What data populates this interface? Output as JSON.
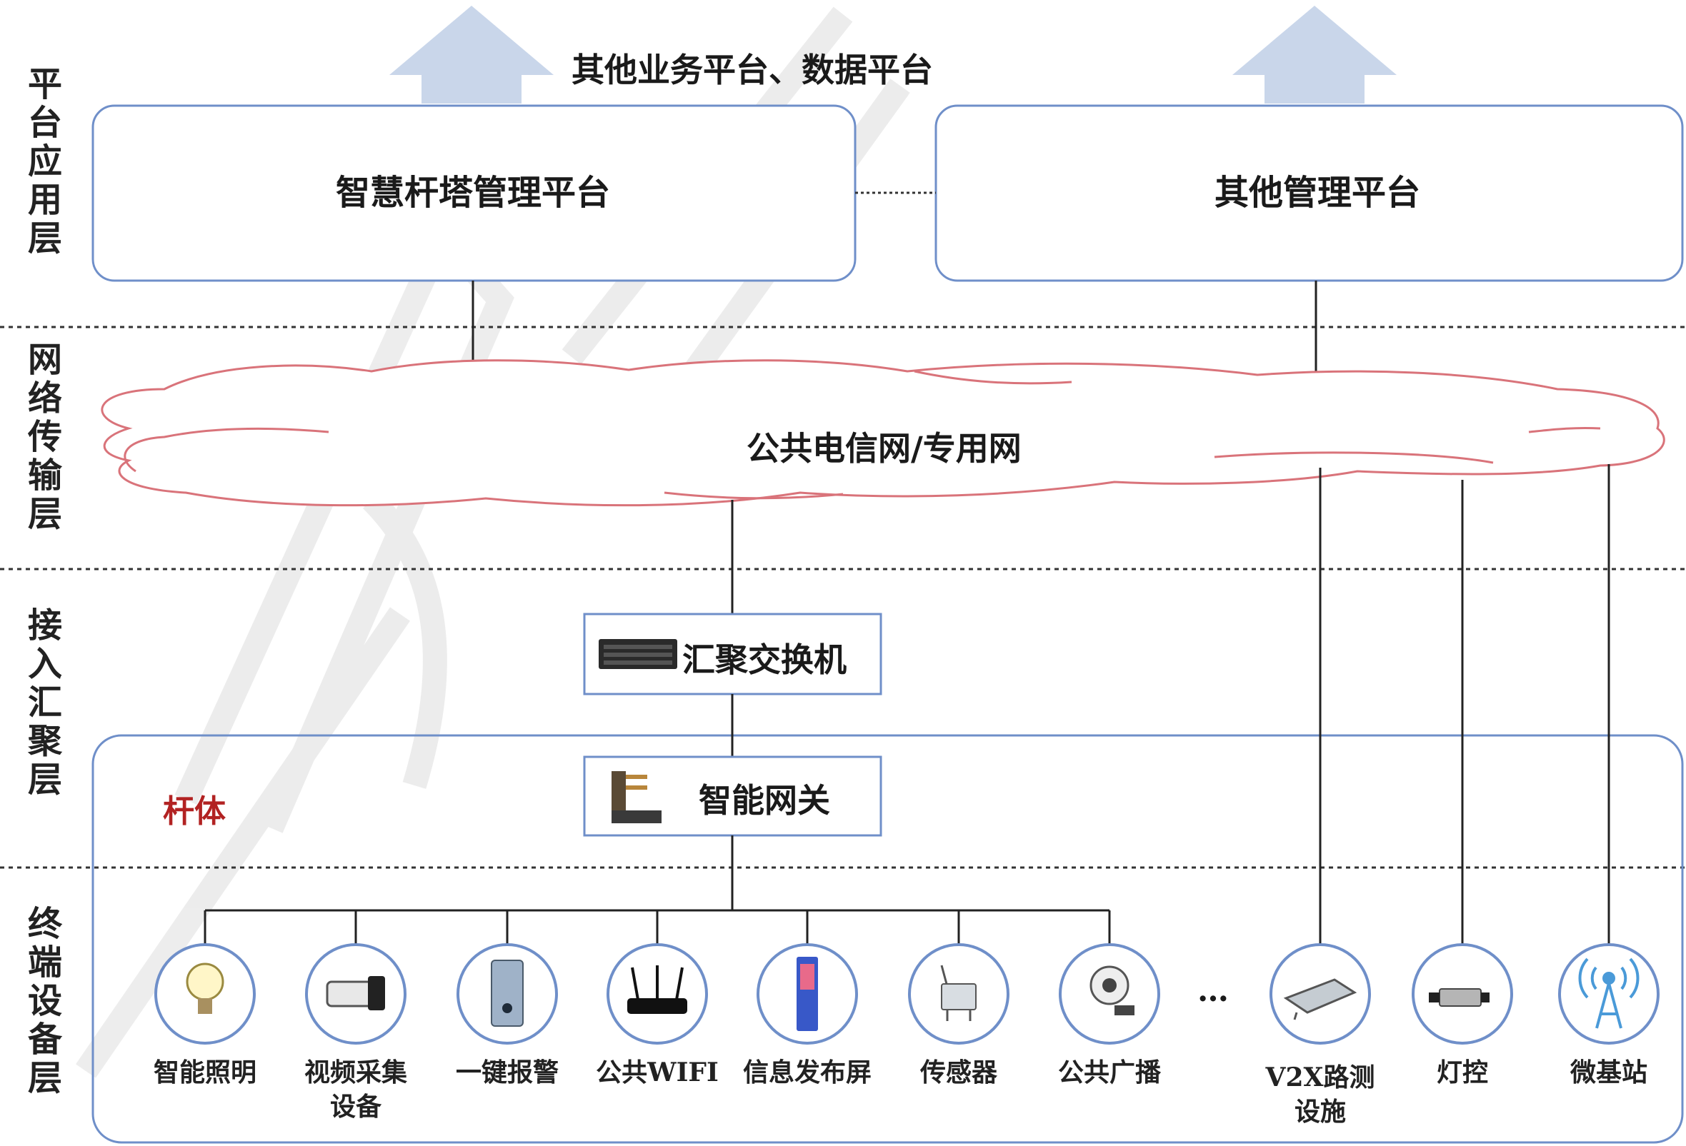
{
  "layers": {
    "platform": "平台应用层",
    "network": "网络传输层",
    "access": "接入汇聚层",
    "terminal": "终端设备层"
  },
  "top_label": "其他业务平台、数据平台",
  "platforms": {
    "main": "智慧杆塔管理平台",
    "other": "其他管理平台"
  },
  "cloud_label": "公共电信网/专用网",
  "switch_label": "汇聚交换机",
  "gateway_label": "智能网关",
  "pole_label": "杆体",
  "ellipsis": "…",
  "devices": [
    {
      "label": "智能照明",
      "icon": "light-bulb-icon"
    },
    {
      "label": "视频采集\n设备",
      "icon": "camera-icon"
    },
    {
      "label": "一键报警",
      "icon": "alarm-button-icon"
    },
    {
      "label": "公共WIFI",
      "icon": "wifi-router-icon"
    },
    {
      "label": "信息发布屏",
      "icon": "display-screen-icon"
    },
    {
      "label": "传感器",
      "icon": "sensor-icon"
    },
    {
      "label": "公共广播",
      "icon": "speaker-icon"
    },
    {
      "label": "V2X路测\n设施",
      "icon": "v2x-unit-icon"
    },
    {
      "label": "灯控",
      "icon": "light-controller-icon"
    },
    {
      "label": "微基站",
      "icon": "micro-base-station-icon"
    }
  ],
  "colors": {
    "box_border": "#6f8fc9",
    "cloud_border": "#d9737a",
    "arrow_fill": "#c9d6ea",
    "pole_text": "#b22222",
    "line": "#222222"
  }
}
